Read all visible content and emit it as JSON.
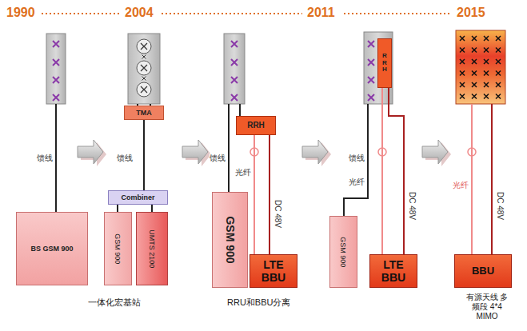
{
  "diagram": {
    "nodes": [
      {
        "text": [
          "BS GSM 900"
        ]
      },
      {
        "text": [
          "TMA"
        ]
      },
      {
        "text": [
          "Combiner"
        ]
      },
      {
        "text": [
          "GSM 900"
        ]
      },
      {
        "text": [
          "UMTS 2100"
        ]
      },
      {
        "text": [
          "RRH"
        ]
      },
      {
        "text": [
          "GSM 900"
        ]
      },
      {
        "text": [
          "LTE BBU"
        ]
      },
      {
        "text": [
          "RRH"
        ]
      },
      {
        "text": [
          "GSM 900"
        ]
      },
      {
        "text": [
          "LTE BBU"
        ]
      },
      {
        "text": [
          "BBU"
        ]
      }
    ],
    "edges": [
      {
        "from": 1,
        "to": 2,
        "arrow": "none",
        "label": "馈线"
      },
      {
        "from": 2,
        "to": 3,
        "arrow": "none"
      },
      {
        "from": 2,
        "to": 4,
        "arrow": "none"
      },
      {
        "from": 5,
        "to": 7,
        "arrow": "none",
        "label": "光纤"
      },
      {
        "from": 5,
        "to": 7,
        "arrow": "none",
        "label": "DC 48V"
      },
      {
        "from": 8,
        "to": 10,
        "arrow": "none",
        "label": "光纤"
      },
      {
        "from": 8,
        "to": 10,
        "arrow": "none",
        "label": "DC 48V"
      }
    ],
    "labels": [
      "1990",
      "2004",
      "2011",
      "2015",
      "馈线",
      "馈线",
      "馈线",
      "光纤",
      "DC 48V",
      "一体化宏基站",
      "RRU和BBU分离",
      "有源天线 多频段 4*4 MIMO"
    ]
  }
}
